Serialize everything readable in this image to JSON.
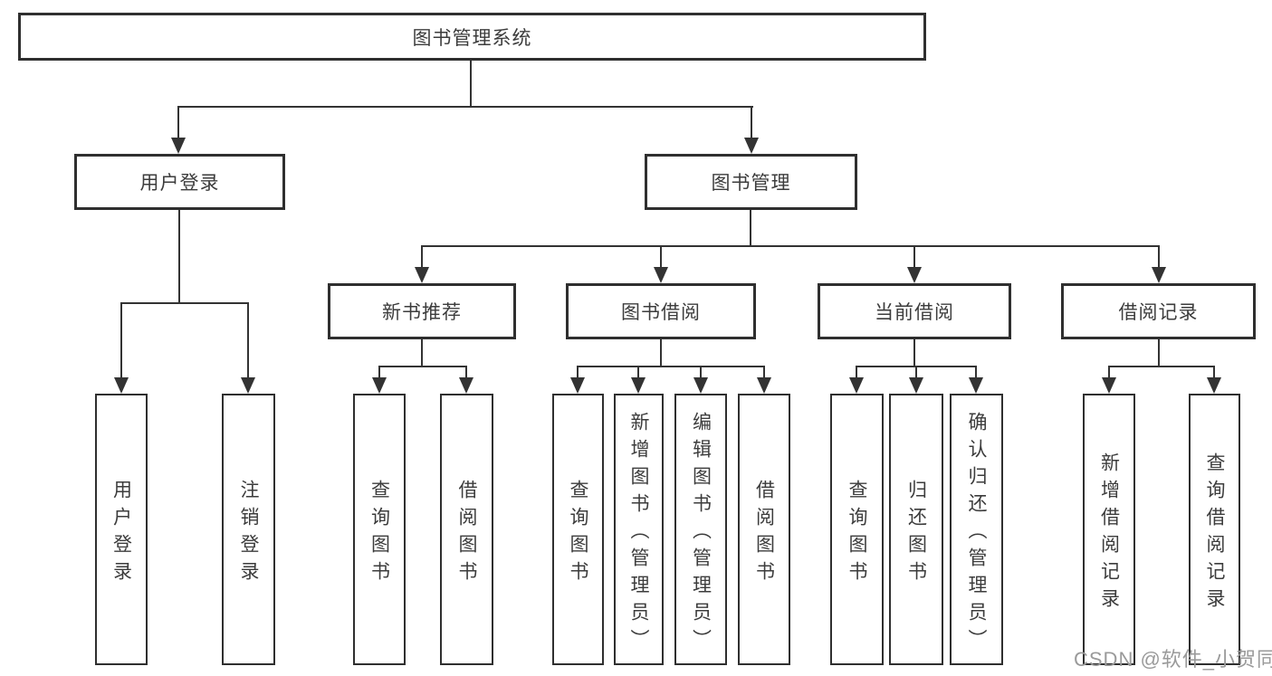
{
  "diagram": {
    "root": {
      "label": "图书管理系统"
    },
    "level2": {
      "user_login": {
        "label": "用户登录"
      },
      "book_management": {
        "label": "图书管理"
      }
    },
    "level3": {
      "new_book_recommend": {
        "label": "新书推荐"
      },
      "book_borrow": {
        "label": "图书借阅"
      },
      "current_borrow": {
        "label": "当前借阅"
      },
      "borrow_records": {
        "label": "借阅记录"
      }
    },
    "leaves": {
      "user_login_leaf": "用户登录",
      "logout": "注销登录",
      "nb_query_book": "查询图书",
      "nb_borrow_book": "借阅图书",
      "bw_query_book": "查询图书",
      "bw_add_book": "新增图书（管理员）",
      "bw_edit_book": "编辑图书（管理员）",
      "bw_borrow_book": "借阅图书",
      "cur_query_book": "查询图书",
      "cur_return_book": "归还图书",
      "cur_confirm_return": "确认归还（管理员）",
      "rec_add_record": "新增借阅记录",
      "rec_query_record": "查询借阅记录"
    },
    "watermark": "CSDN @软件_小贺同学",
    "colors": {
      "line": "#333333",
      "border": "#2f2f2f",
      "text": "#3c3c3c",
      "watermark": "#9a9a9a",
      "background": "#ffffff"
    }
  }
}
